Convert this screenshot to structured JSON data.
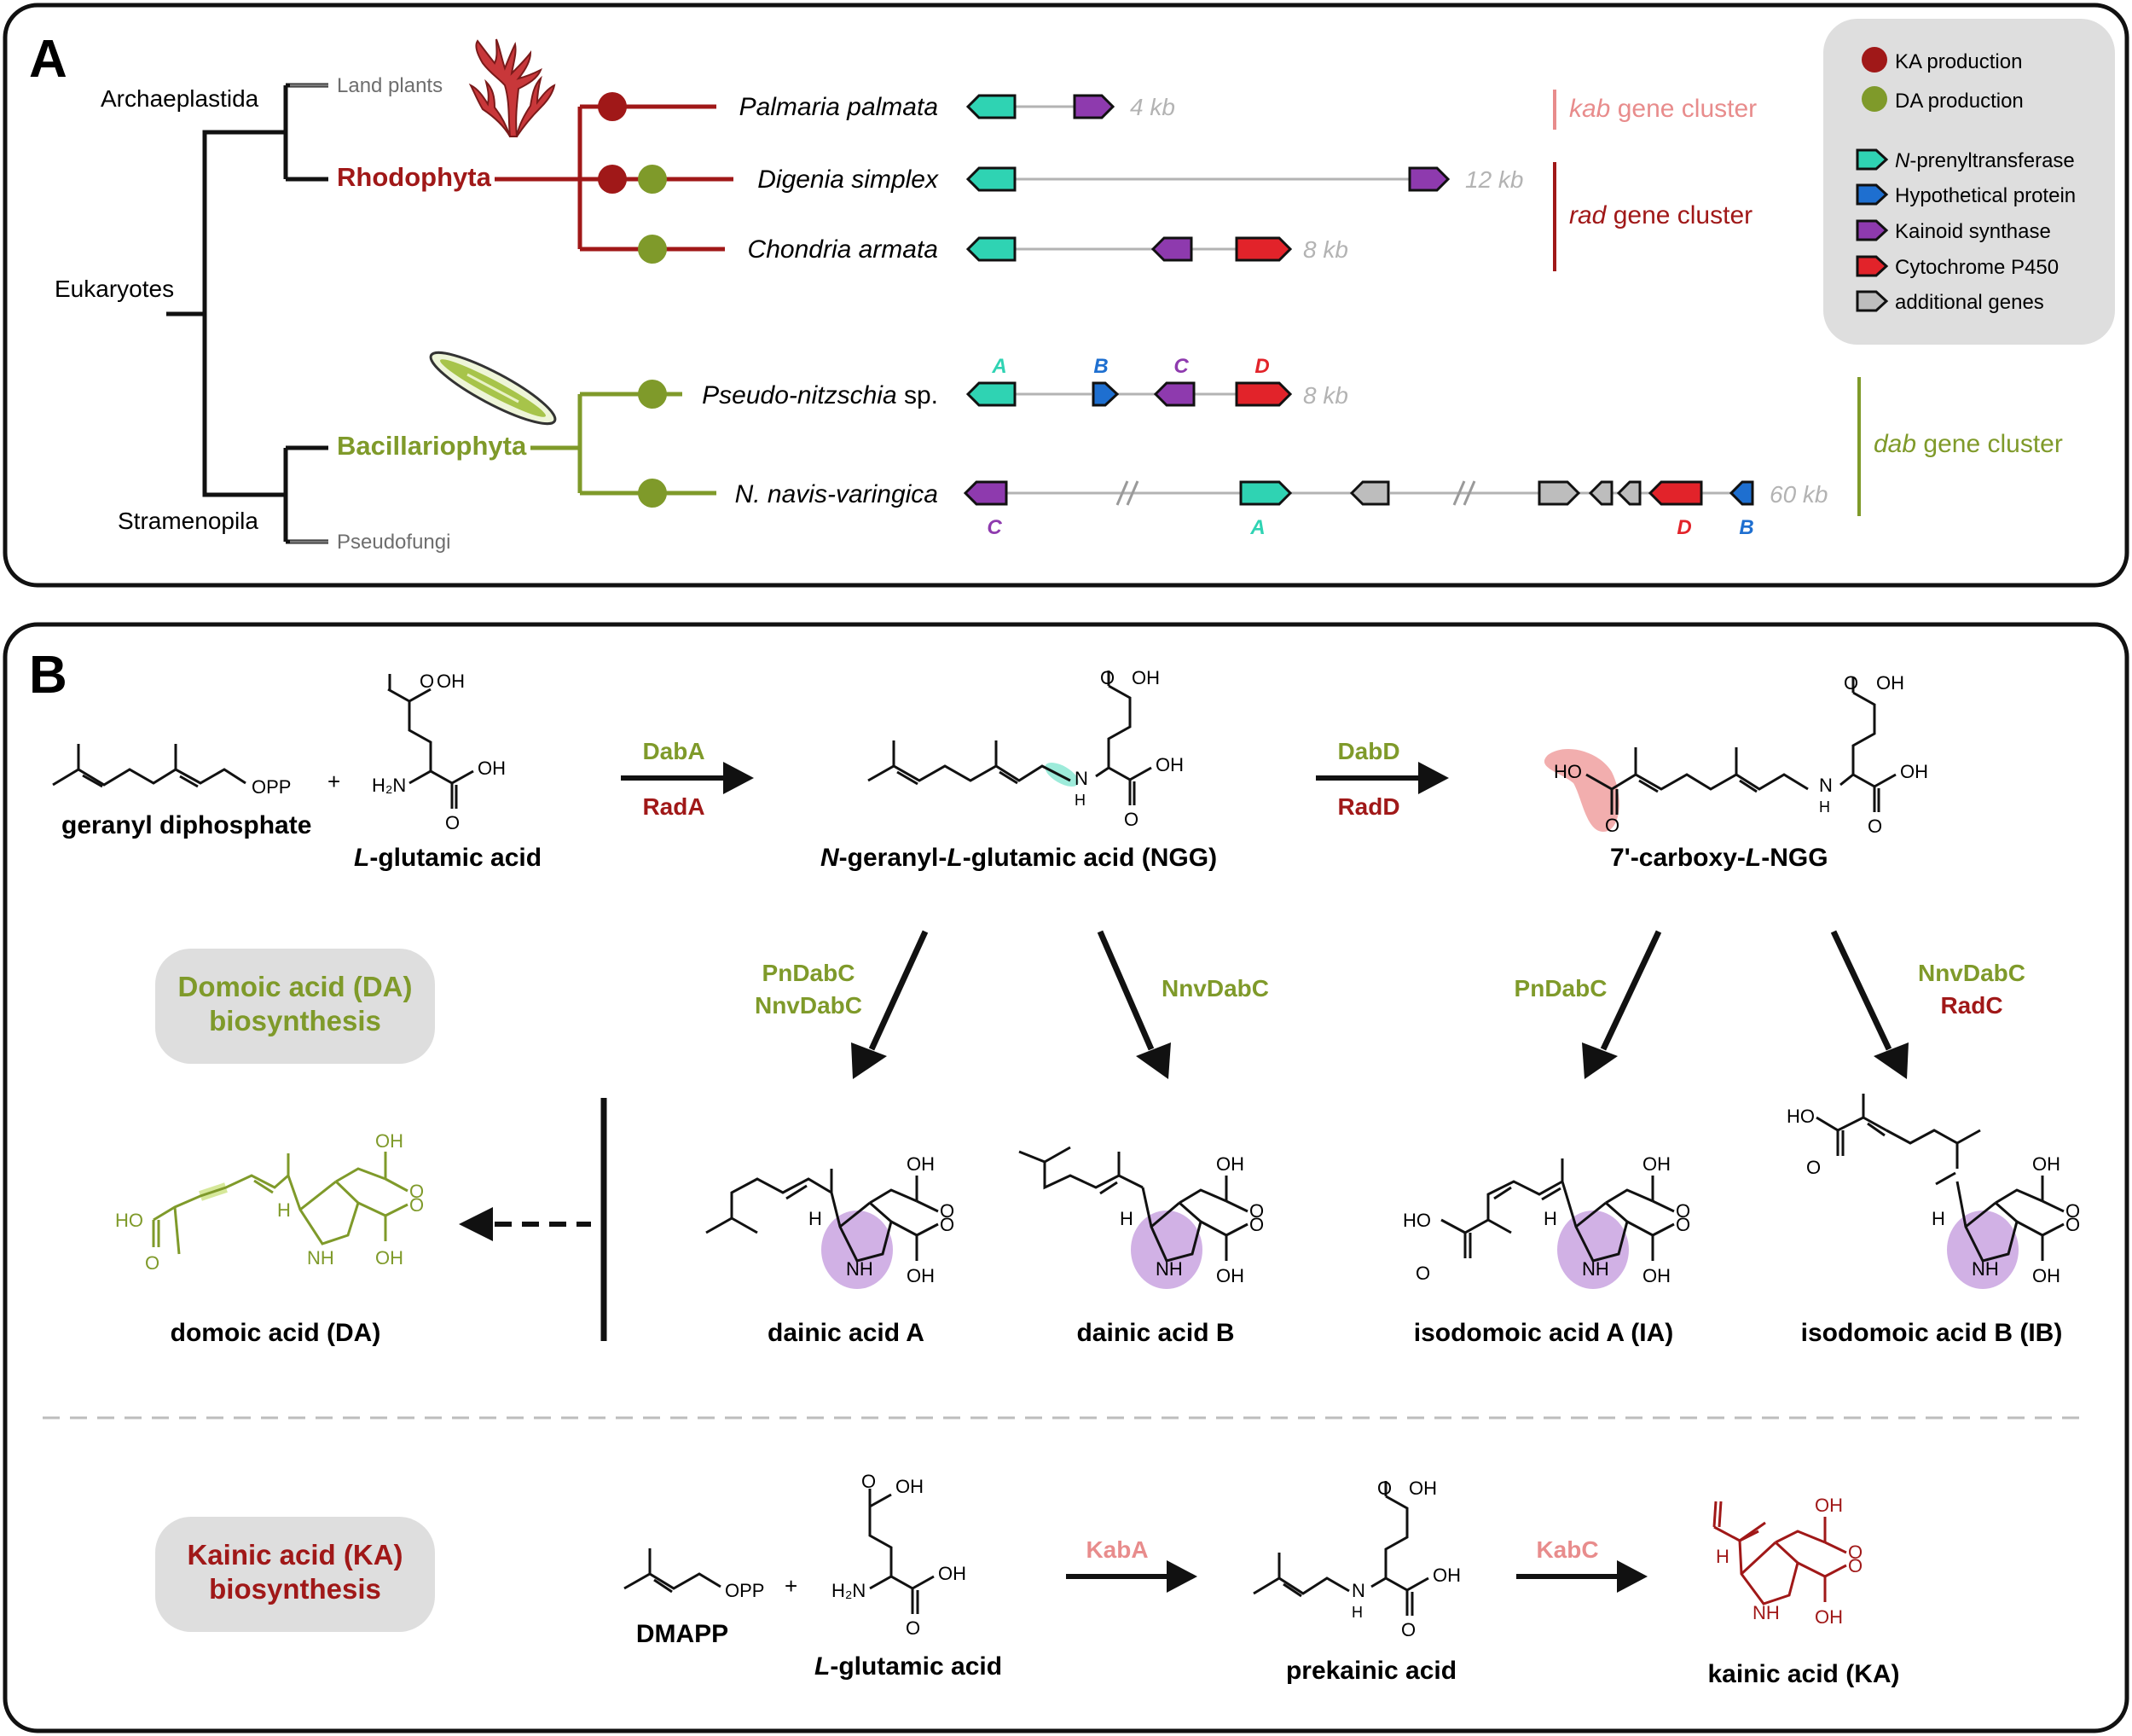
{
  "panel_a": {
    "label": "A",
    "tree": {
      "archaeplastida": "Archaeplastida",
      "eukaryotes": "Eukaryotes",
      "stramenopila": "Stramenopila",
      "land_plants": "Land plants",
      "rhodophyta": "Rhodophyta",
      "bacillariophyta": "Bacillariophyta",
      "pseudofungi": "Pseudofungi"
    },
    "species": [
      {
        "name": "Palmaria palmata",
        "size": "4 kb"
      },
      {
        "name": "Digenia simplex",
        "size": "12 kb"
      },
      {
        "name": "Chondria armata",
        "size": "8 kb"
      },
      {
        "name_italic": "Pseudo-nitzschia",
        "name_suffix": " sp.",
        "size": "8 kb"
      },
      {
        "name": "N. navis-varingica",
        "size": "60 kb"
      }
    ],
    "gene_letters": {
      "a": "A",
      "b": "B",
      "c": "C",
      "d": "D"
    },
    "clusters": {
      "kab": {
        "italic": "kab",
        "suffix": " gene cluster"
      },
      "rad": {
        "italic": "rad",
        "suffix": " gene cluster"
      },
      "dab": {
        "italic": "dab",
        "suffix": " gene cluster"
      }
    },
    "legend": {
      "ka_production": "KA production",
      "da_production": "DA production",
      "n_prenyl_italic": "N",
      "n_prenyl_rest": "-prenyltransferase",
      "hypothetical": "Hypothetical protein",
      "kainoid": "Kainoid synthase",
      "p450": "Cytochrome P450",
      "additional": "additional genes"
    },
    "colors": {
      "rhodophyta": "#A01818",
      "kab": "#E88C8C",
      "diatom": "#7F9A2A",
      "teal": "#2FD3B3",
      "blue": "#1E6FD0",
      "purple": "#8E3AAE",
      "red": "#E2232A",
      "grey_gene": "#BDBDBD",
      "legend_bg": "#DEDEDE",
      "ka_dot": "#A01818",
      "da_dot": "#7F9A2A"
    }
  },
  "panel_b": {
    "label": "B",
    "compounds": {
      "gpp": "geranyl diphosphate",
      "glu_l": "L",
      "glu_rest": "-glutamic acid",
      "ngg_n": "N",
      "ngg_mid1": "-geranyl-",
      "ngg_l": "L",
      "ngg_rest": "-glutamic acid (NGG)",
      "carboxy_pre": "7'-carboxy-",
      "carboxy_l": "L",
      "carboxy_rest": "-NGG",
      "da": "domoic acid (DA)",
      "dainic_a": "dainic acid A",
      "dainic_b": "dainic acid B",
      "ia": "isodomoic acid A (IA)",
      "ib": "isodomoic acid B (IB)",
      "dmapp": "DMAPP",
      "prekainic": "prekainic acid",
      "ka": "kainic acid (KA)"
    },
    "enzymes": {
      "daba": "DabA",
      "rada": "RadA",
      "dabd": "DabD",
      "radd": "RadD",
      "pndabc": "PnDabC",
      "nnvdabc": "NnvDabC",
      "radc": "RadC",
      "kaba": "KabA",
      "kabc": "KabC"
    },
    "boxes": {
      "da_line1": "Domoic acid (DA)",
      "da_line2": "biosynthesis",
      "ka_line1": "Kainic acid (KA)",
      "ka_line2": "biosynthesis"
    },
    "atoms": {
      "opp": "OPP",
      "oh": "OH",
      "o": "O",
      "h2n": "H₂N",
      "h": "H",
      "nh": "NH",
      "n": "N",
      "ho": "HO",
      "plus": "+"
    }
  }
}
